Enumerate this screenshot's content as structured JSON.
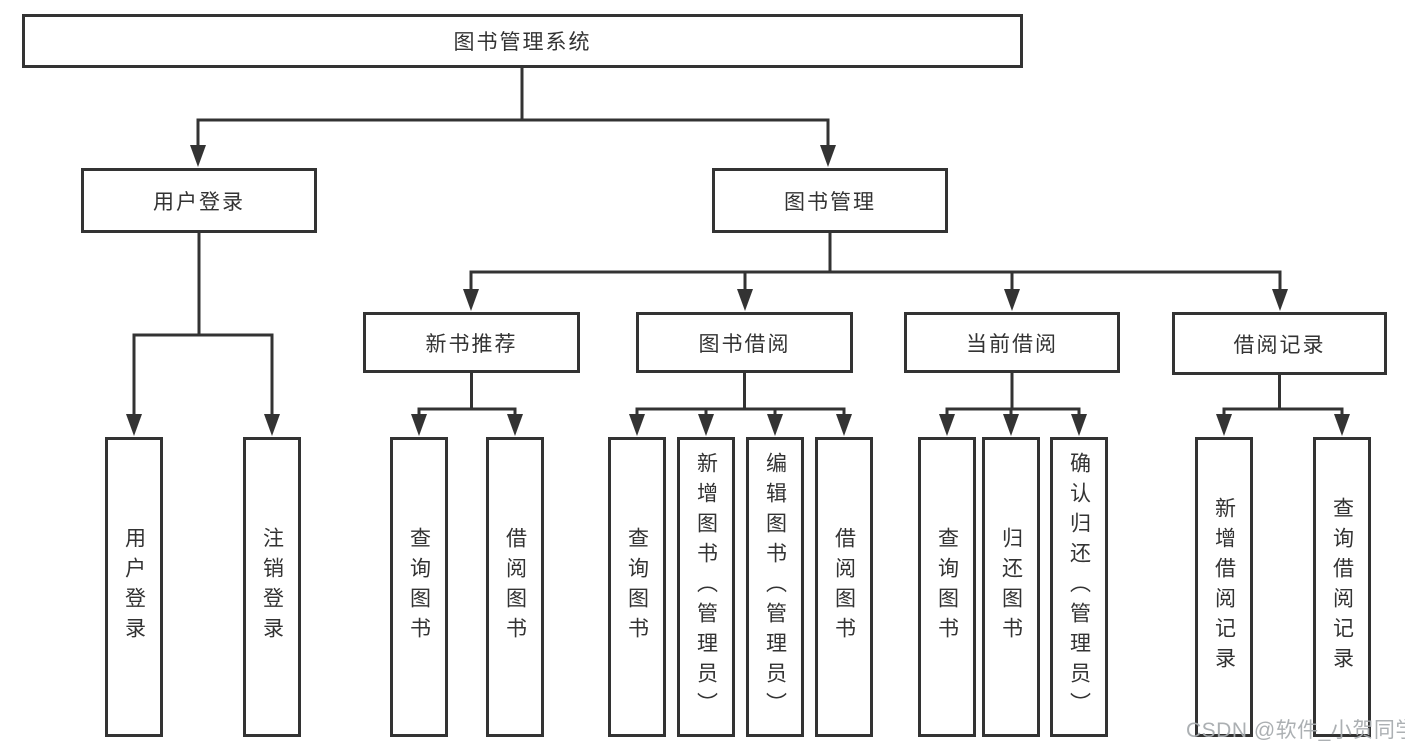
{
  "tree": {
    "label": "图书管理系统",
    "children": [
      {
        "label": "用户登录",
        "children": [
          {
            "label": "用户登录"
          },
          {
            "label": "注销登录"
          }
        ]
      },
      {
        "label": "图书管理",
        "children": [
          {
            "label": "新书推荐",
            "children": [
              {
                "label": "查询图书"
              },
              {
                "label": "借阅图书"
              }
            ]
          },
          {
            "label": "图书借阅",
            "children": [
              {
                "label": "查询图书"
              },
              {
                "label": "新增图书（管理员）"
              },
              {
                "label": "编辑图书（管理员）"
              },
              {
                "label": "借阅图书"
              }
            ]
          },
          {
            "label": "当前借阅",
            "children": [
              {
                "label": "查询图书"
              },
              {
                "label": "归还图书"
              },
              {
                "label": "确认归还（管理员）"
              }
            ]
          },
          {
            "label": "借阅记录",
            "children": [
              {
                "label": "新增借阅记录"
              },
              {
                "label": "查询借阅记录"
              }
            ]
          }
        ]
      }
    ]
  },
  "watermark": "CSDN @软件_小贺同学",
  "colors": {
    "line": "#333333",
    "border": "#333333",
    "text": "#333333",
    "watermark": "#a8acaf",
    "background": "#ffffff"
  }
}
